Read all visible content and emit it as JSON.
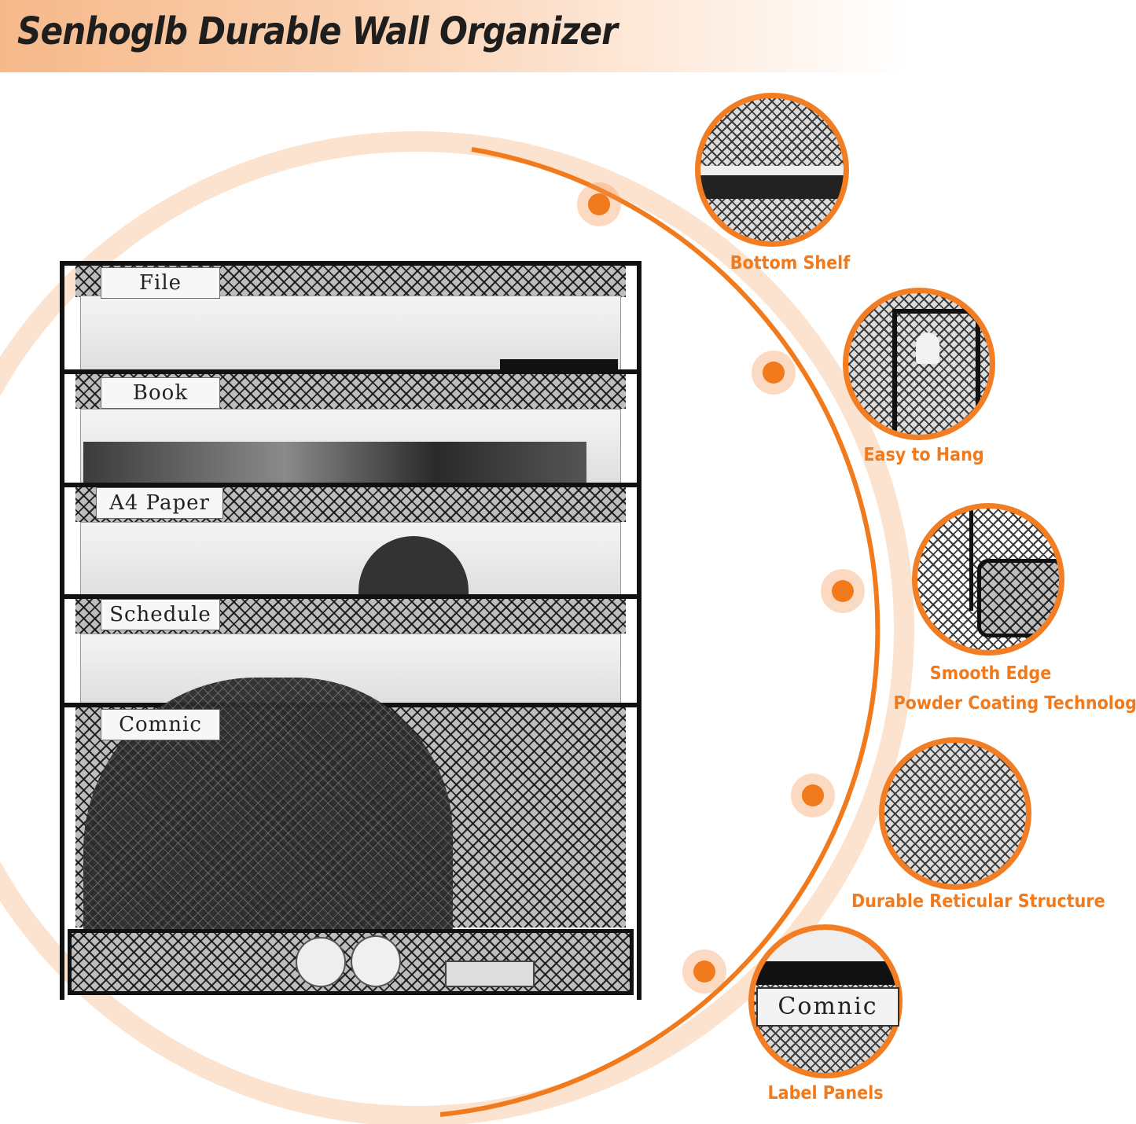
{
  "header": {
    "title": "Senhoglb Durable Wall Organizer"
  },
  "organizer": {
    "tray_labels": [
      "File",
      "Book",
      "A4 Paper",
      "Schedule",
      "Comnic"
    ]
  },
  "features": [
    {
      "label": "Bottom Shelf"
    },
    {
      "label": "Easy to Hang"
    },
    {
      "label": "Smooth Edge"
    },
    {
      "label": "Powder Coating Technology"
    },
    {
      "label": "Durable Reticular Structure"
    },
    {
      "label": "Label Panels",
      "zoom_text": "Comnic"
    }
  ],
  "colors": {
    "accent": "#f07a1c",
    "banner": "#f6b98a",
    "frame": "#111111"
  }
}
